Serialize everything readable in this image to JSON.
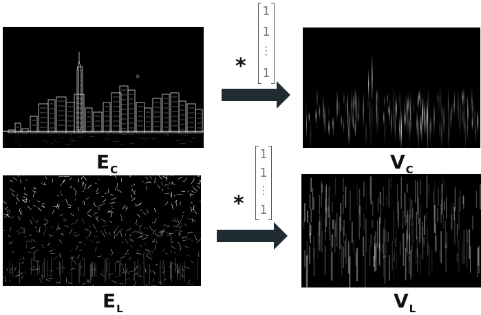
{
  "labels": {
    "ec": {
      "main": "E",
      "sub": "C"
    },
    "vc": {
      "main": "V",
      "sub": "C"
    },
    "el": {
      "main": "E",
      "sub": "L"
    },
    "vl": {
      "main": "V",
      "sub": "L"
    }
  },
  "operator": "*",
  "kernel": {
    "top": [
      "1",
      "1",
      "⋮",
      "1"
    ],
    "bottom": [
      "1",
      "1",
      "⋮",
      "1"
    ]
  },
  "colors": {
    "background": "#ffffff",
    "arrow": "#1f2d33",
    "image_bg": "#000000",
    "edge": "#e6e6e6"
  }
}
